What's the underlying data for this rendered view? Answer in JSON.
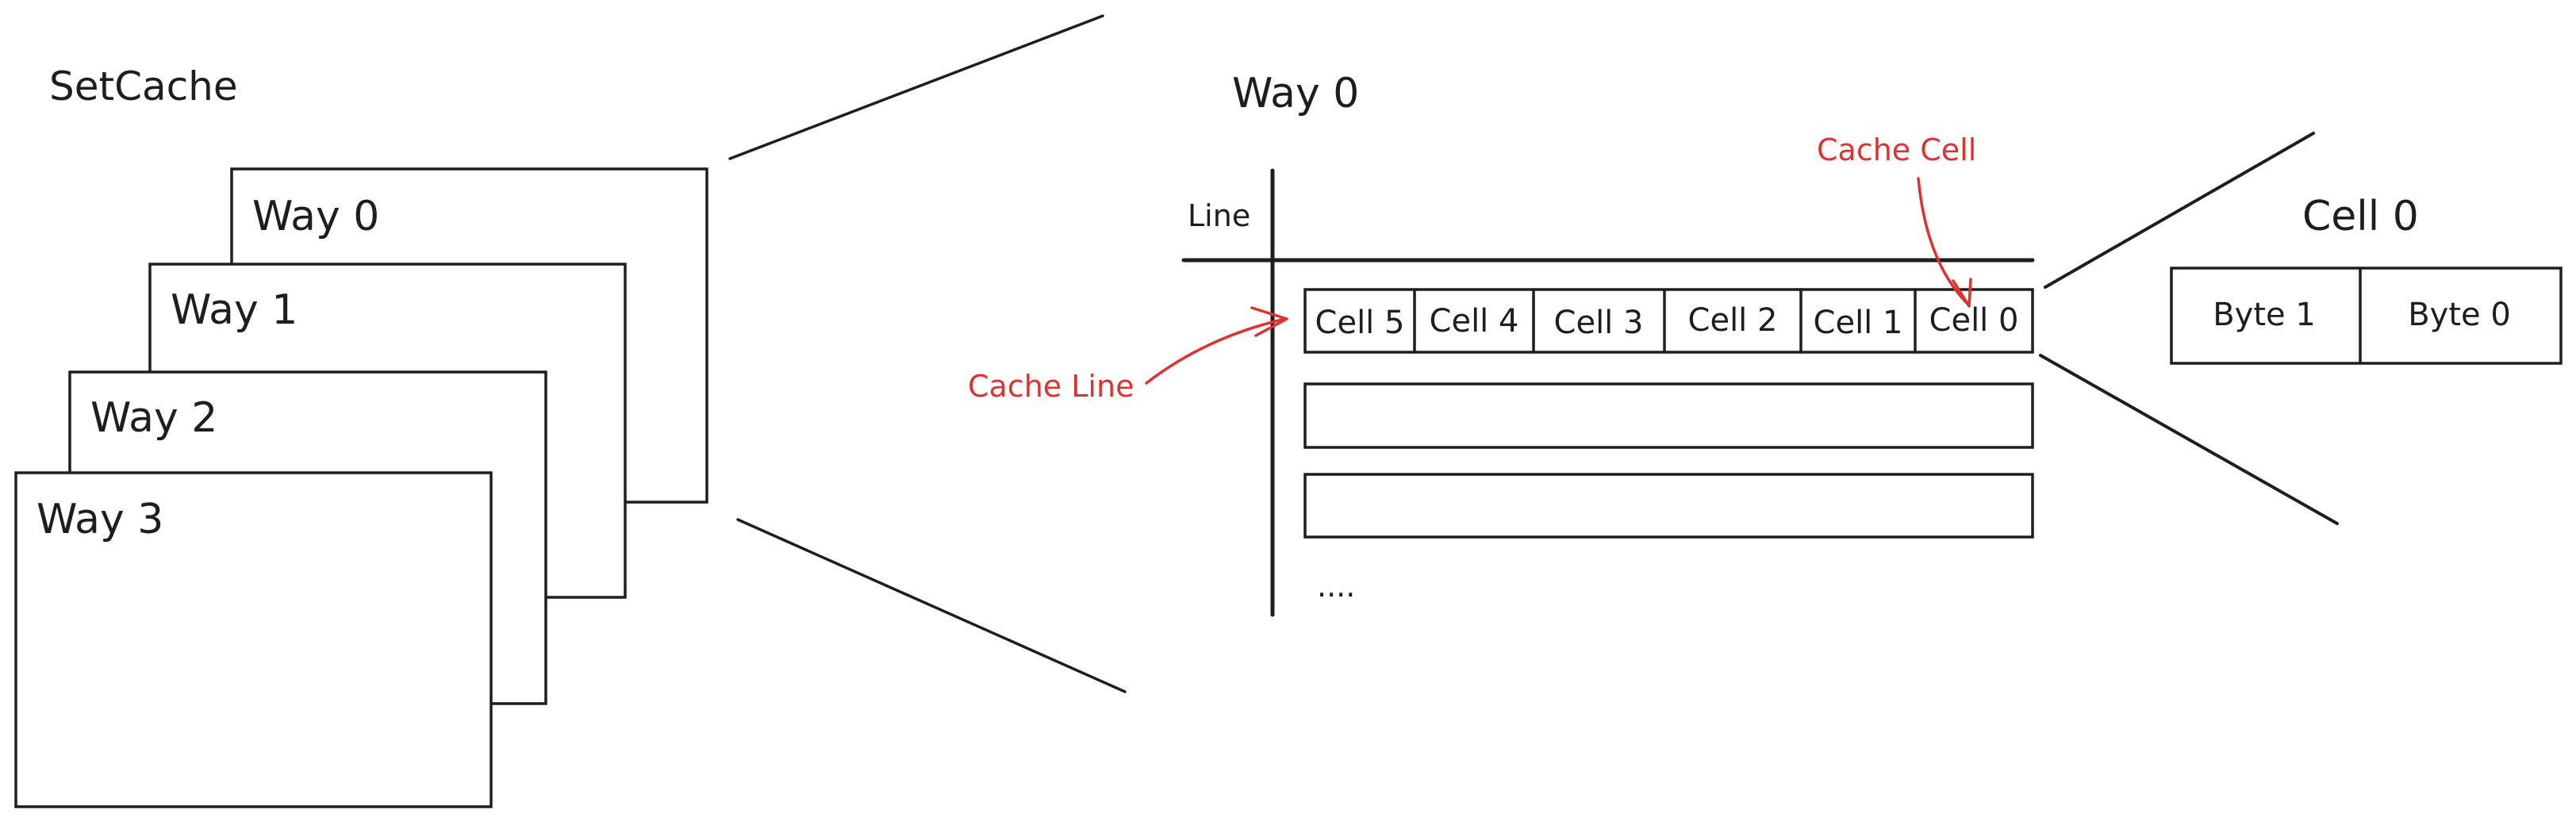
{
  "title": "SetCache",
  "ways": [
    "Way 0",
    "Way 1",
    "Way 2",
    "Way 3"
  ],
  "detail": {
    "title": "Way 0",
    "line_axis_label": "Line",
    "cells": [
      "Cell 5",
      "Cell 4",
      "Cell 3",
      "Cell 2",
      "Cell 1",
      "Cell 0"
    ],
    "ellipsis": "....",
    "annotations": {
      "cache_line": "Cache Line",
      "cache_cell": "Cache Cell"
    }
  },
  "cell_detail": {
    "title": "Cell 0",
    "bytes": [
      "Byte 1",
      "Byte 0"
    ]
  },
  "colors": {
    "ink": "#1e1e1e",
    "annotation": "#e03131"
  }
}
